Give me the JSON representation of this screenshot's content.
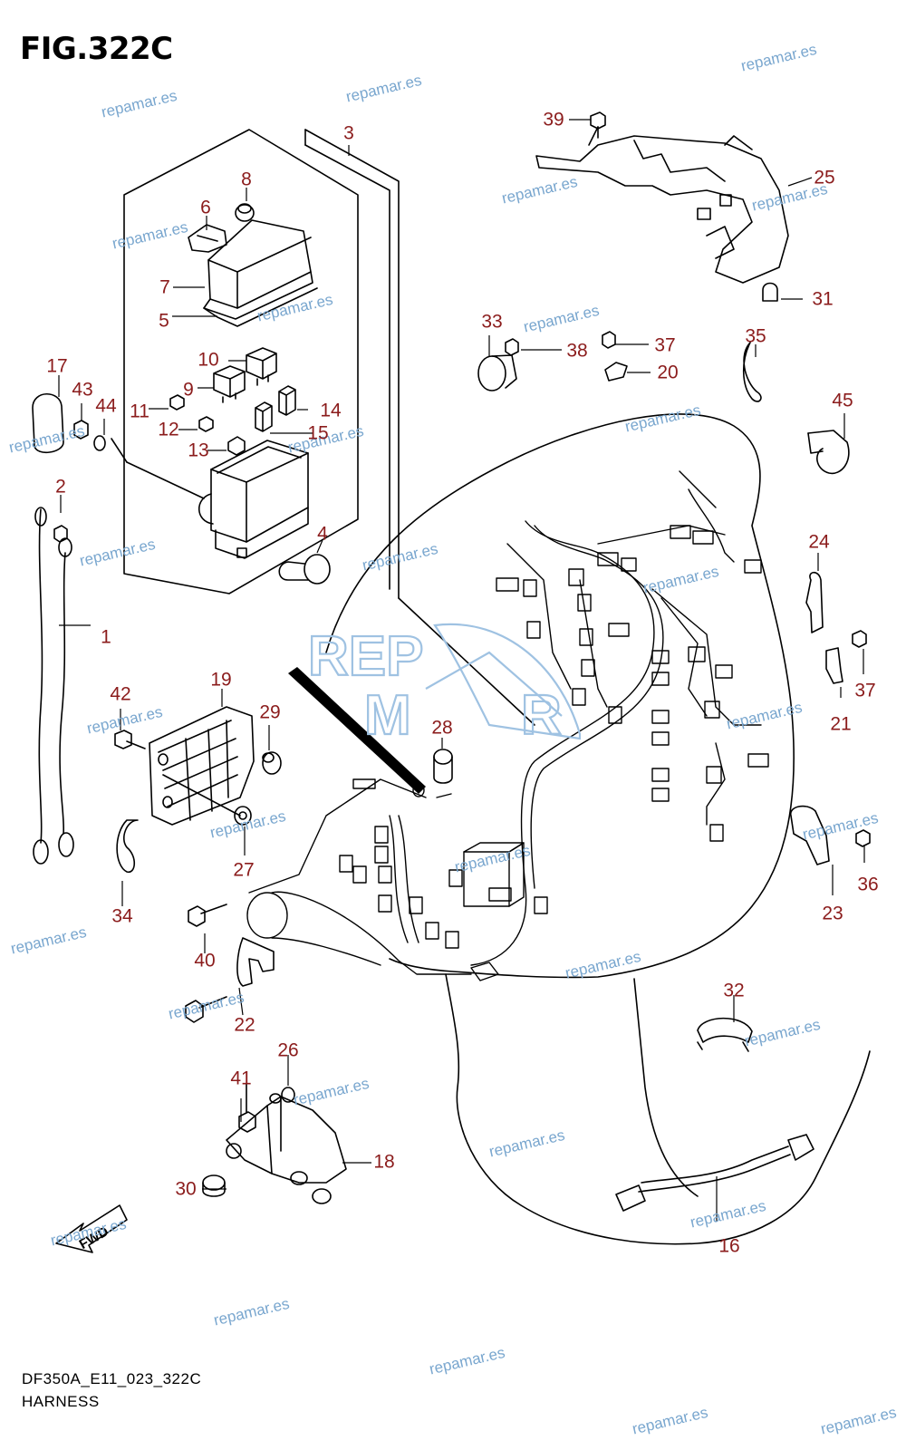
{
  "figure": {
    "title": "FIG.322C",
    "code": "DF350A_E11_023_322C",
    "description": "HARNESS"
  },
  "fwd_label": "FWD",
  "logo_text": [
    "REP",
    "M",
    "R"
  ],
  "watermark": "repamar.es",
  "watermark_color": "#7aa7cf",
  "callout_color": "#8b1c1c",
  "parts": [
    {
      "id": "p1",
      "number": "1"
    },
    {
      "id": "p2",
      "number": "2"
    },
    {
      "id": "p3",
      "number": "3"
    },
    {
      "id": "p4",
      "number": "4"
    },
    {
      "id": "p5",
      "number": "5"
    },
    {
      "id": "p6",
      "number": "6"
    },
    {
      "id": "p7",
      "number": "7"
    },
    {
      "id": "p8",
      "number": "8"
    },
    {
      "id": "p9",
      "number": "9"
    },
    {
      "id": "p10",
      "number": "10"
    },
    {
      "id": "p11",
      "number": "11"
    },
    {
      "id": "p12",
      "number": "12"
    },
    {
      "id": "p13",
      "number": "13"
    },
    {
      "id": "p14",
      "number": "14"
    },
    {
      "id": "p15",
      "number": "15"
    },
    {
      "id": "p16",
      "number": "16"
    },
    {
      "id": "p17",
      "number": "17"
    },
    {
      "id": "p18",
      "number": "18"
    },
    {
      "id": "p19",
      "number": "19"
    },
    {
      "id": "p20",
      "number": "20"
    },
    {
      "id": "p21",
      "number": "21"
    },
    {
      "id": "p22",
      "number": "22"
    },
    {
      "id": "p23",
      "number": "23"
    },
    {
      "id": "p24",
      "number": "24"
    },
    {
      "id": "p25",
      "number": "25"
    },
    {
      "id": "p26",
      "number": "26"
    },
    {
      "id": "p27",
      "number": "27"
    },
    {
      "id": "p28",
      "number": "28"
    },
    {
      "id": "p29",
      "number": "29"
    },
    {
      "id": "p30",
      "number": "30"
    },
    {
      "id": "p31",
      "number": "31"
    },
    {
      "id": "p32",
      "number": "32"
    },
    {
      "id": "p33",
      "number": "33"
    },
    {
      "id": "p34",
      "number": "34"
    },
    {
      "id": "p35",
      "number": "35"
    },
    {
      "id": "p36",
      "number": "36"
    },
    {
      "id": "p37a",
      "number": "37"
    },
    {
      "id": "p37b",
      "number": "37"
    },
    {
      "id": "p38",
      "number": "38"
    },
    {
      "id": "p39",
      "number": "39"
    },
    {
      "id": "p40",
      "number": "40"
    },
    {
      "id": "p41",
      "number": "41"
    },
    {
      "id": "p42",
      "number": "42"
    },
    {
      "id": "p43",
      "number": "43"
    },
    {
      "id": "p44",
      "number": "44"
    },
    {
      "id": "p45",
      "number": "45"
    }
  ]
}
